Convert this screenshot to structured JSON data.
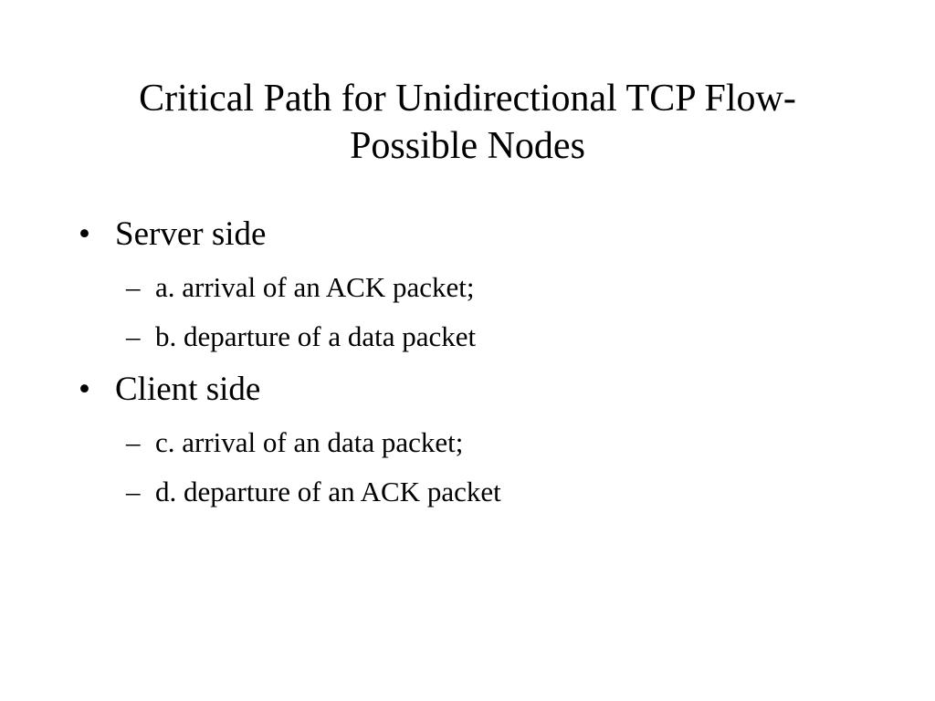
{
  "slide": {
    "title_lines": [
      "Critical Path for Unidirectional TCP Flow-",
      "Possible Nodes"
    ],
    "bullets": [
      {
        "label": "Server side",
        "items": [
          "a. arrival of an ACK packet;",
          "b. departure of a data packet"
        ]
      },
      {
        "label": "Client side",
        "items": [
          "c. arrival of an data packet;",
          "d. departure of an ACK packet"
        ]
      }
    ],
    "bullet_marker": "•",
    "sub_marker": "–"
  }
}
